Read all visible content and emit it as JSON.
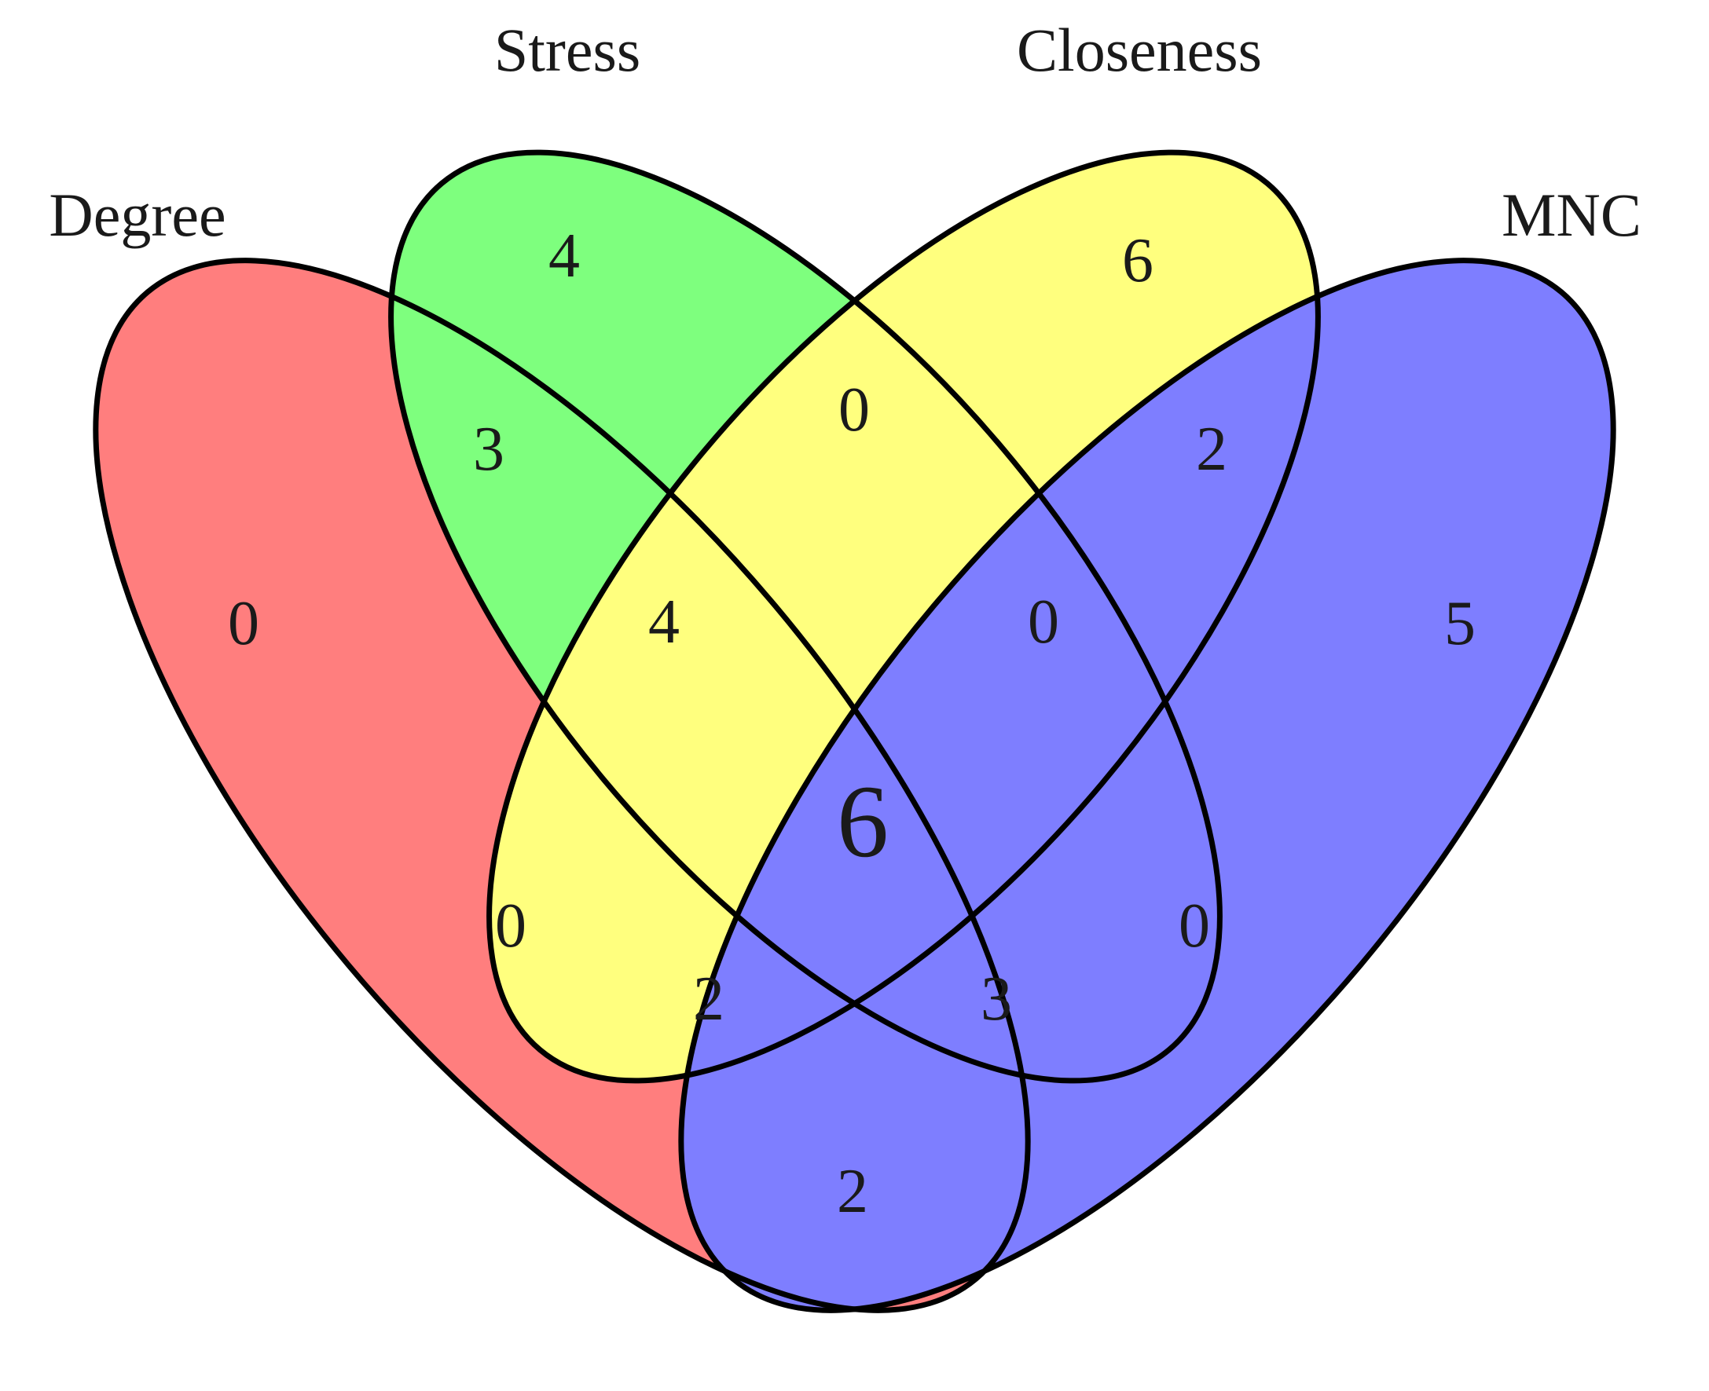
{
  "sets": [
    {
      "name": "Degree",
      "color": "#ff0000"
    },
    {
      "name": "Stress",
      "color": "#00ff00"
    },
    {
      "name": "Closeness",
      "color": "#ffff00"
    },
    {
      "name": "MNC",
      "color": "#0000ff"
    }
  ],
  "regions": {
    "degree_only": "0",
    "stress_only": "4",
    "closeness_only": "6",
    "mnc_only": "5",
    "degree_stress": "3",
    "stress_closeness": "0",
    "closeness_mnc": "2",
    "degree_stress_closeness": "4",
    "stress_closeness_mnc": "0",
    "all_four": "6",
    "degree_closeness": "0",
    "stress_mnc": "0",
    "degree_closeness_mnc": "2",
    "degree_stress_mnc": "3",
    "degree_mnc": "2"
  }
}
